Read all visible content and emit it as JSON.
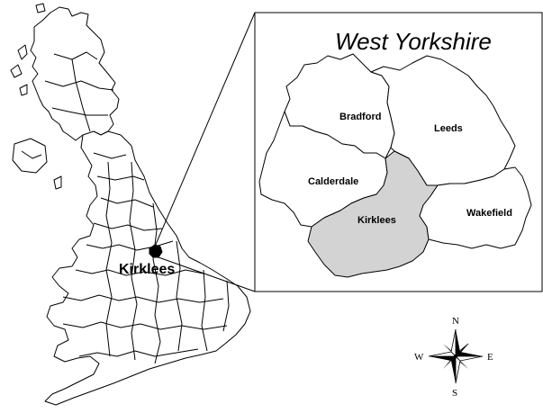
{
  "uk_map": {
    "highlight_label": "Kirklees"
  },
  "inset": {
    "title": "West Yorkshire",
    "districts": [
      {
        "name": "Bradford",
        "highlighted": false
      },
      {
        "name": "Leeds",
        "highlighted": false
      },
      {
        "name": "Calderdale",
        "highlighted": false
      },
      {
        "name": "Kirklees",
        "highlighted": true
      },
      {
        "name": "Wakefield",
        "highlighted": false
      }
    ],
    "highlight_color": "#d3d3d3"
  },
  "compass": {
    "north": "N",
    "south": "S",
    "east": "E",
    "west": "W",
    "icon": "compass-rose-icon"
  }
}
